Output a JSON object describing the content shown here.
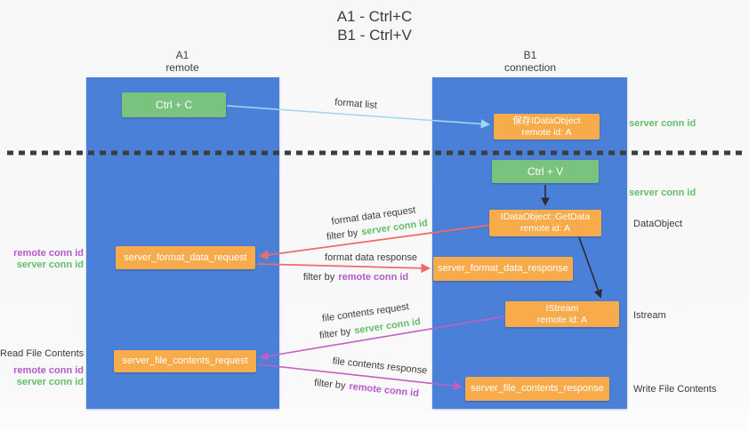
{
  "title": {
    "line1": "A1 - Ctrl+C",
    "line2": "B1 - Ctrl+V"
  },
  "lanes": {
    "left": {
      "title": "A1",
      "subtitle": "remote"
    },
    "right": {
      "title": "B1",
      "subtitle": "connection"
    }
  },
  "boxes": {
    "ctrl_c": {
      "label": "Ctrl + C"
    },
    "save_dataobject": {
      "line1": "保存IDataObject",
      "line2": "remote id: A"
    },
    "ctrl_v": {
      "label": "Ctrl + V"
    },
    "getdata": {
      "line1": "IDataObject::GetData",
      "line2": "remote id: A"
    },
    "server_format_data_request": {
      "label": "server_format_data_request"
    },
    "server_format_data_response": {
      "label": "server_format_data_response"
    },
    "istream": {
      "line1": "IStream",
      "line2": "remote id: A"
    },
    "server_file_contents_request": {
      "label": "server_file_contents_request"
    },
    "server_file_contents_response": {
      "label": "server_file_contents_response"
    }
  },
  "arrow_labels": {
    "format_list": "format list",
    "format_data_request": "format data request",
    "format_data_response": "format data response",
    "file_contents_request": "file contents request",
    "file_contents_response": "file contents response",
    "filter_by": "filter by",
    "server_conn_id": "server conn id",
    "remote_conn_id": "remote conn id"
  },
  "annotations": {
    "right": {
      "server_conn_id_top": "server conn id",
      "server_conn_id_mid": "server conn id",
      "dataobject": "DataObject",
      "istream": "Istream",
      "write_file_contents": "Write File Contents"
    },
    "left": {
      "remote_conn_id_1": "remote conn id",
      "server_conn_id_1": "server conn id",
      "read_file_contents": "Read File Contents",
      "remote_conn_id_2": "remote conn id",
      "server_conn_id_2": "server conn id"
    }
  },
  "colors": {
    "lane_blue": "#4a80d8",
    "box_orange": "#f8ab4b",
    "box_green": "#79c37e",
    "arrow_light_blue": "#a5d5ef",
    "arrow_red": "#ee6b6b",
    "arrow_magenta": "#c45ec6",
    "arrow_black": "#2b2b2b",
    "text_green": "#63bd6a",
    "text_purple": "#b25ac8",
    "dotted_line": "#3d3d3d"
  }
}
